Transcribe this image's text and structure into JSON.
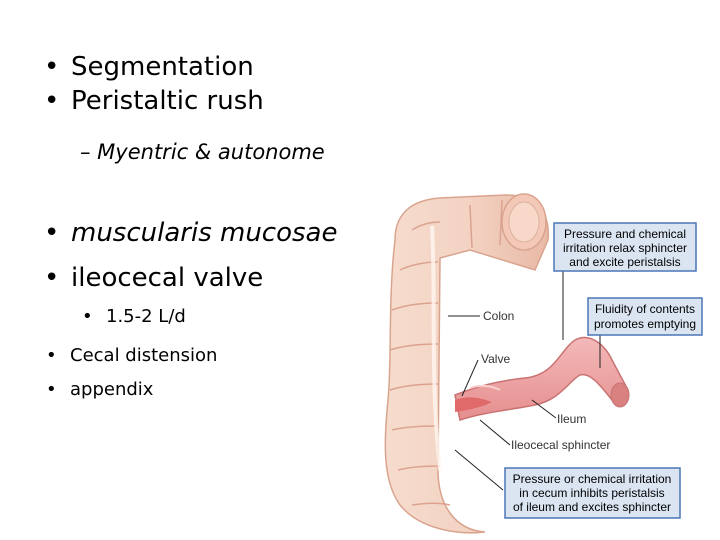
{
  "bullets_top": [
    "Segmentation",
    "Peristaltic rush"
  ],
  "dash_item": "– Myentric & autonome",
  "bullets_mid": [
    "muscularis mucosae",
    "ileocecal valve"
  ],
  "sub_bullet": "1.5-2 L/d",
  "bullets_bottom": [
    "Cecal distension",
    "appendix"
  ],
  "figure": {
    "box1": [
      "Pressure and chemical",
      "irritation relax sphincter",
      "and excite peristalsis"
    ],
    "box2": [
      "Fluidity of contents",
      "promotes emptying"
    ],
    "box3": [
      "Pressure or chemical irritation",
      "in cecum inhibits peristalsis",
      "of ileum and excites sphincter"
    ],
    "label_colon": "Colon",
    "label_valve": "Valve",
    "label_ileum": "Ileum",
    "label_sphincter": "Ileocecal sphincter",
    "colors": {
      "box_fill": "#dbe5f2",
      "box_stroke": "#4a77b5",
      "colon": "#f1cfbf",
      "ileum": "#eca0a0"
    }
  }
}
